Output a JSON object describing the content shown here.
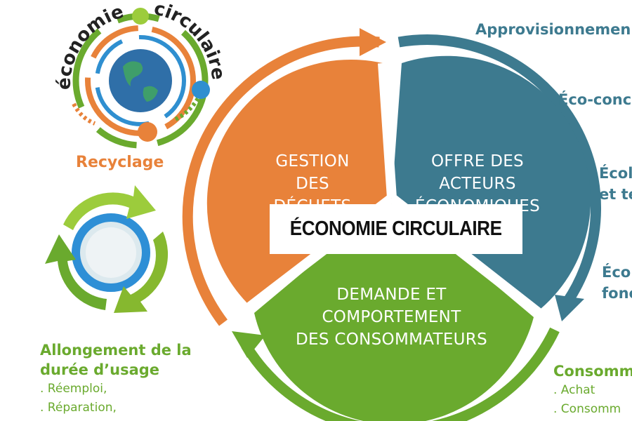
{
  "title": "ÉCONOMIE CIRCULAIRE",
  "segments": {
    "orange": [
      "GESTION",
      "DES",
      "DÉCHETS"
    ],
    "blue": [
      "OFFRE DES",
      "ACTEURS",
      "ÉCONOMIQUES"
    ],
    "green": [
      "DEMANDE ET",
      "COMPORTEMENT",
      "DES CONSOMMATEURS"
    ]
  },
  "logo": {
    "word1": "économie",
    "word2": "circulaire"
  },
  "labels": {
    "recyclage": "Recyclage",
    "approvisionnement": "Approvisionnemen",
    "eco_conception": "Éco-conc",
    "ecologie_1": "Écol",
    "ecologie_2": "et te",
    "economie_1": "Éco",
    "economie_2": "fonc"
  },
  "allongement": {
    "title_1": "Allongement de la",
    "title_2": "durée d’usage",
    "items": [
      ". Réemploi,",
      ". Réparation,"
    ]
  },
  "consommation": {
    "title": "Consomm",
    "items": [
      ". Achat",
      ". Consomm"
    ]
  },
  "colors": {
    "orange": "#e8823a",
    "blue": "#3d7a8f",
    "green": "#6aaa2e",
    "green_light": "#9ccc3c",
    "globe": "#2f6fa8"
  }
}
